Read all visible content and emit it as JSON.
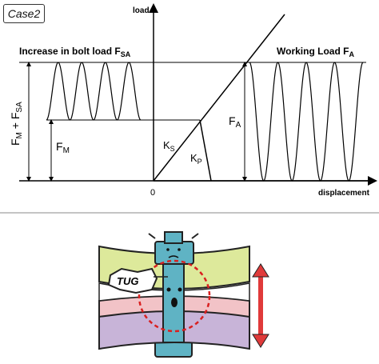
{
  "case_label": "Case2",
  "axis": {
    "y_label": "load",
    "x_label": "displacement",
    "origin": "0"
  },
  "labels": {
    "increase": {
      "main": "Increase in bolt load F",
      "sub": "SA"
    },
    "working": {
      "main": "Working Load F",
      "sub": "A"
    },
    "fm_fsa": {
      "f1": "F",
      "s1": "M",
      "plus": " + F",
      "s2": "SA"
    },
    "fm": {
      "f": "F",
      "s": "M"
    },
    "fa": {
      "f": "F",
      "s": "A"
    },
    "ks": {
      "k": "K",
      "s": "S"
    },
    "kp": {
      "k": "K",
      "s": "P"
    }
  },
  "cartoon": {
    "tug_text": "TUG",
    "colors": {
      "top_plate": "#dde99b",
      "pink_band": "#f2c3c7",
      "bottom_plate": "#c8b4d8",
      "bolt": "#5fb3c4",
      "arrow": "#e03a3a",
      "highlight_circle": "#d92020"
    }
  }
}
